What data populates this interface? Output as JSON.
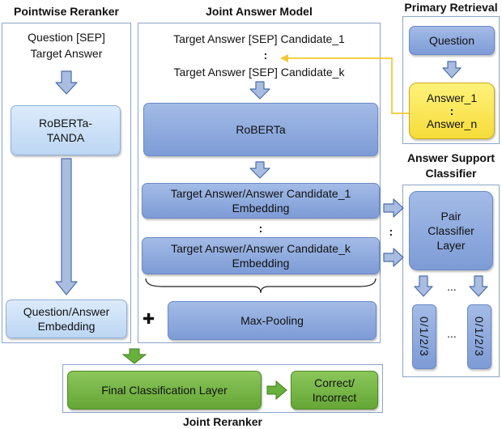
{
  "titles": {
    "pointwise": "Pointwise Reranker",
    "joint": "Joint Answer Model",
    "primary": "Primary Retrieval",
    "support_line1": "Answer Support",
    "support_line2": "Classifier",
    "reranker": "Joint Reranker"
  },
  "pointwise": {
    "input_line1": "Question [SEP]",
    "input_line2": "Target Answer",
    "model_line1": "RoBERTa-",
    "model_line2": "TANDA",
    "embedding_line1": "Question/Answer",
    "embedding_line2": "Embedding"
  },
  "joint": {
    "input_first": "Target Answer [SEP] Candidate_1",
    "input_dots": ":",
    "input_last": "Target Answer [SEP] Candidate_k",
    "model": "RoBERTa",
    "emb1_line1": "Target Answer/Answer Candidate_1",
    "emb1_line2": "Embedding",
    "emb_dots": ":",
    "embk_line1": "Target Answer/Answer Candidate_k",
    "embk_line2": "Embedding",
    "plus": "✚",
    "pooling": "Max-Pooling"
  },
  "primary": {
    "question": "Question",
    "answer_first": "Answer_1",
    "answer_dots": ":",
    "answer_last": "Answer_n"
  },
  "support": {
    "layer_line1": "Pair",
    "layer_line2": "Classifier",
    "layer_line3": "Layer",
    "side_dots": ":",
    "dots_top": "...",
    "dots_bottom": "...",
    "output_left": "0/1/2/3",
    "output_right": "0/1/2/3"
  },
  "reranker": {
    "final_layer": "Final Classification Layer",
    "result_line1": "Correct/",
    "result_line2": "Incorrect"
  },
  "colors": {
    "panel_border": "#8aa5c8",
    "arrow_fill": "#a9bde0",
    "arrow_stroke": "#4b6ea8",
    "green_arrow": "#6ab03c",
    "yellow_line": "#f3c832"
  }
}
